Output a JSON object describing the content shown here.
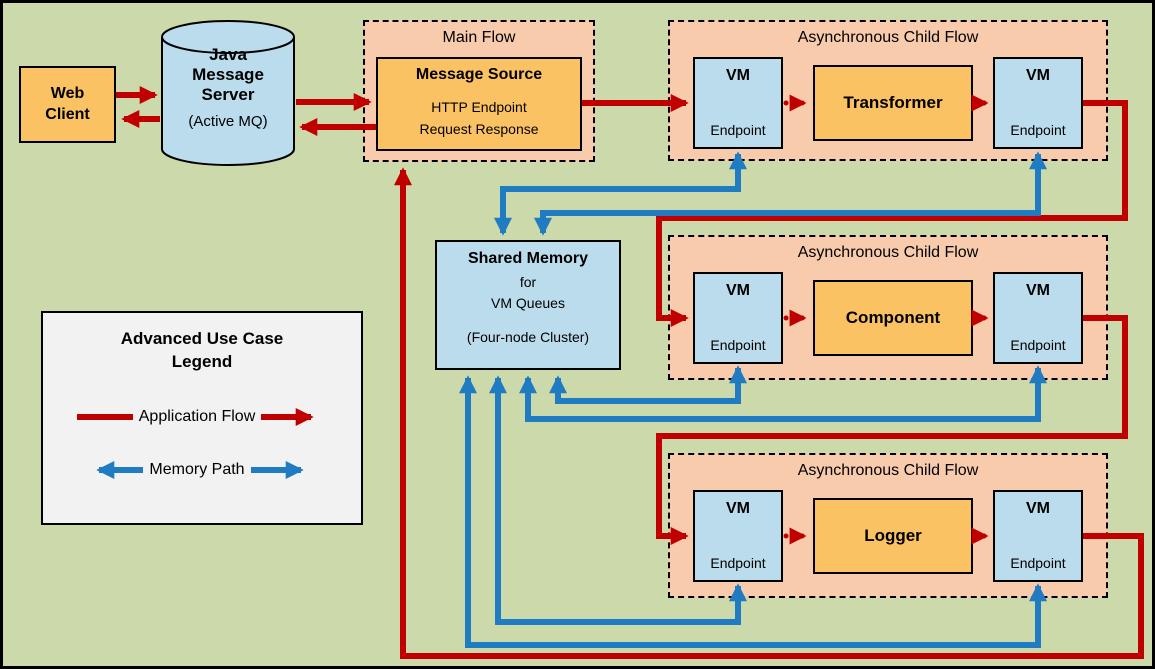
{
  "colors": {
    "background": "#ccd9aa",
    "box_orange": "#fbc263",
    "box_blue": "#badcec",
    "container_peach": "#f8cbad",
    "application_flow": "#c00000",
    "memory_path": "#1f7bc2",
    "legend_background": "#f2f2f2",
    "border": "#000000"
  },
  "nodes": {
    "web_client": {
      "label": "Web Client"
    },
    "jms": {
      "title": "Java Message Server",
      "subtitle": "(Active MQ)"
    },
    "main_flow": {
      "label": "Main Flow",
      "message_source": {
        "title": "Message Source",
        "line1": "HTTP Endpoint",
        "line2": "Request Response"
      }
    },
    "shared_memory": {
      "title": "Shared Memory",
      "line1": "for",
      "line2": "VM Queues",
      "line3": "(Four-node Cluster)"
    },
    "child_flows": [
      {
        "label": "Asynchronous Child Flow",
        "vm_in": {
          "title": "VM",
          "subtitle": "Endpoint"
        },
        "processor": "Transformer",
        "vm_out": {
          "title": "VM",
          "subtitle": "Endpoint"
        }
      },
      {
        "label": "Asynchronous Child Flow",
        "vm_in": {
          "title": "VM",
          "subtitle": "Endpoint"
        },
        "processor": "Component",
        "vm_out": {
          "title": "VM",
          "subtitle": "Endpoint"
        }
      },
      {
        "label": "Asynchronous Child Flow",
        "vm_in": {
          "title": "VM",
          "subtitle": "Endpoint"
        },
        "processor": "Logger",
        "vm_out": {
          "title": "VM",
          "subtitle": "Endpoint"
        }
      }
    ]
  },
  "legend": {
    "title": "Advanced Use Case Legend",
    "items": [
      {
        "label": "Application Flow",
        "color": "#c00000"
      },
      {
        "label": "Memory Path",
        "color": "#1f7bc2"
      }
    ]
  }
}
